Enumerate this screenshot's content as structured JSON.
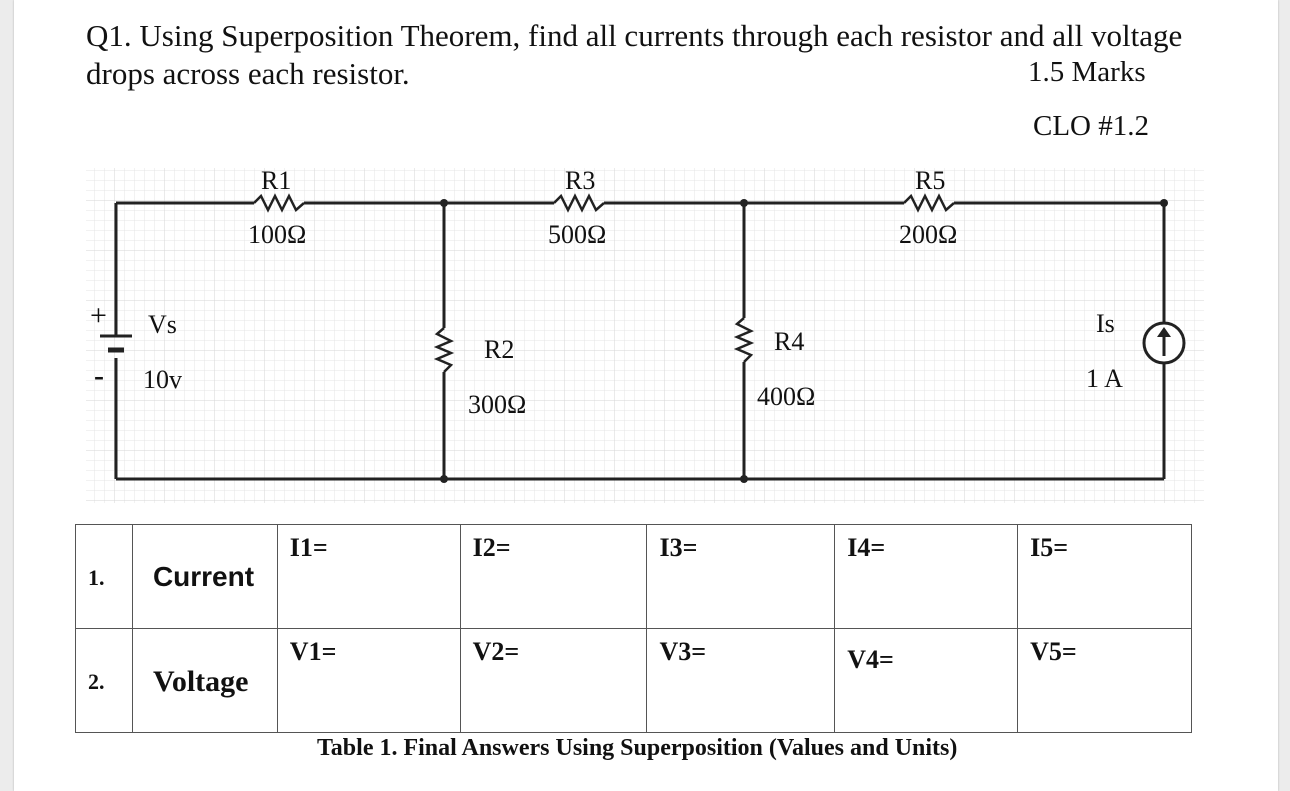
{
  "question": {
    "line1": "Q1. Using Superposition Theorem, find all currents through each resistor and all voltage",
    "line2": "drops across each resistor.",
    "marks": "1.5 Marks",
    "clo": "CLO #1.2"
  },
  "circuit": {
    "source": {
      "plus": "+",
      "minus": "-",
      "name": "Vs",
      "value": "10v"
    },
    "r1": {
      "name": "R1",
      "value": "100Ω"
    },
    "r2": {
      "name": "R2",
      "value": "300Ω"
    },
    "r3": {
      "name": "R3",
      "value": "500Ω"
    },
    "r4": {
      "name": "R4",
      "value": "400Ω"
    },
    "r5": {
      "name": "R5",
      "value": "200Ω"
    },
    "current_source": {
      "name": "Is",
      "value": "1 A"
    }
  },
  "table": {
    "rows": [
      {
        "num": "1.",
        "label": "Current",
        "cells": [
          "I1=",
          "I2=",
          "I3=",
          "I4=",
          "I5="
        ]
      },
      {
        "num": "2.",
        "label": "Voltage",
        "cells": [
          "V1=",
          "V2=",
          "V3=",
          "V4=",
          "V5="
        ]
      }
    ],
    "caption": "Table 1. Final Answers Using Superposition (Values and Units)"
  }
}
